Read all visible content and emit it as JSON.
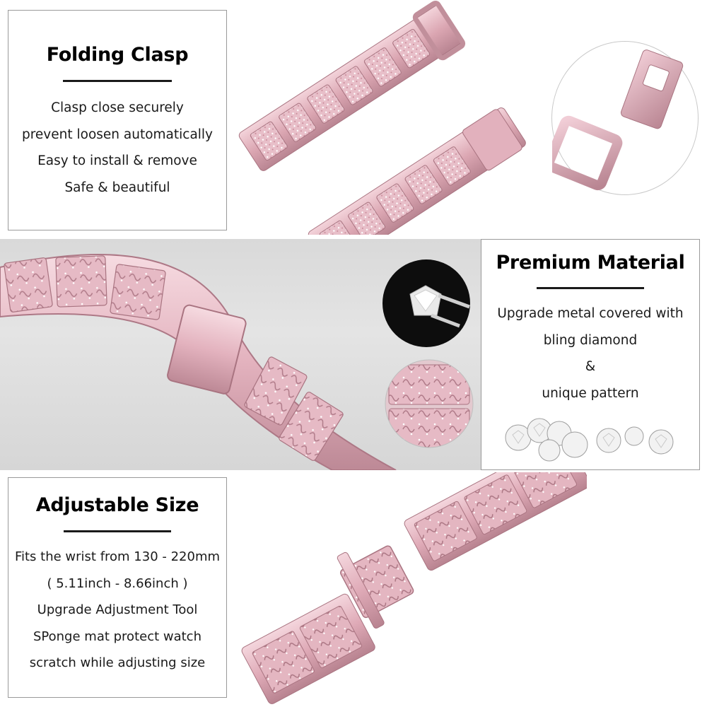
{
  "folding_clasp": {
    "title": "Folding Clasp",
    "lines": [
      "Clasp close securely",
      "prevent loosen automatically",
      "Easy to install & remove",
      "Safe & beautiful"
    ]
  },
  "premium_material": {
    "title": "Premium Material",
    "lines": [
      "Upgrade metal covered with",
      "bling diamond",
      "&",
      "unique pattern"
    ]
  },
  "adjustable_size": {
    "title": "Adjustable Size",
    "lines": [
      "Fits the wrist from 130 - 220mm",
      "( 5.11inch - 8.66inch )",
      "Upgrade Adjustment Tool",
      "SPonge mat protect watch",
      "scratch while adjusting size"
    ]
  },
  "colors": {
    "band_rose_gold": "#e7b9c2",
    "band_shadow": "#b98592",
    "panel_border": "#9a9a9a",
    "section_background": "#dcdcdc"
  },
  "icons": [
    "watch-band-illustration",
    "clasp-detail-illustration",
    "diamond-tweezers-illustration",
    "pattern-closeup-illustration",
    "loose-diamonds-illustration",
    "band-links-illustration"
  ]
}
